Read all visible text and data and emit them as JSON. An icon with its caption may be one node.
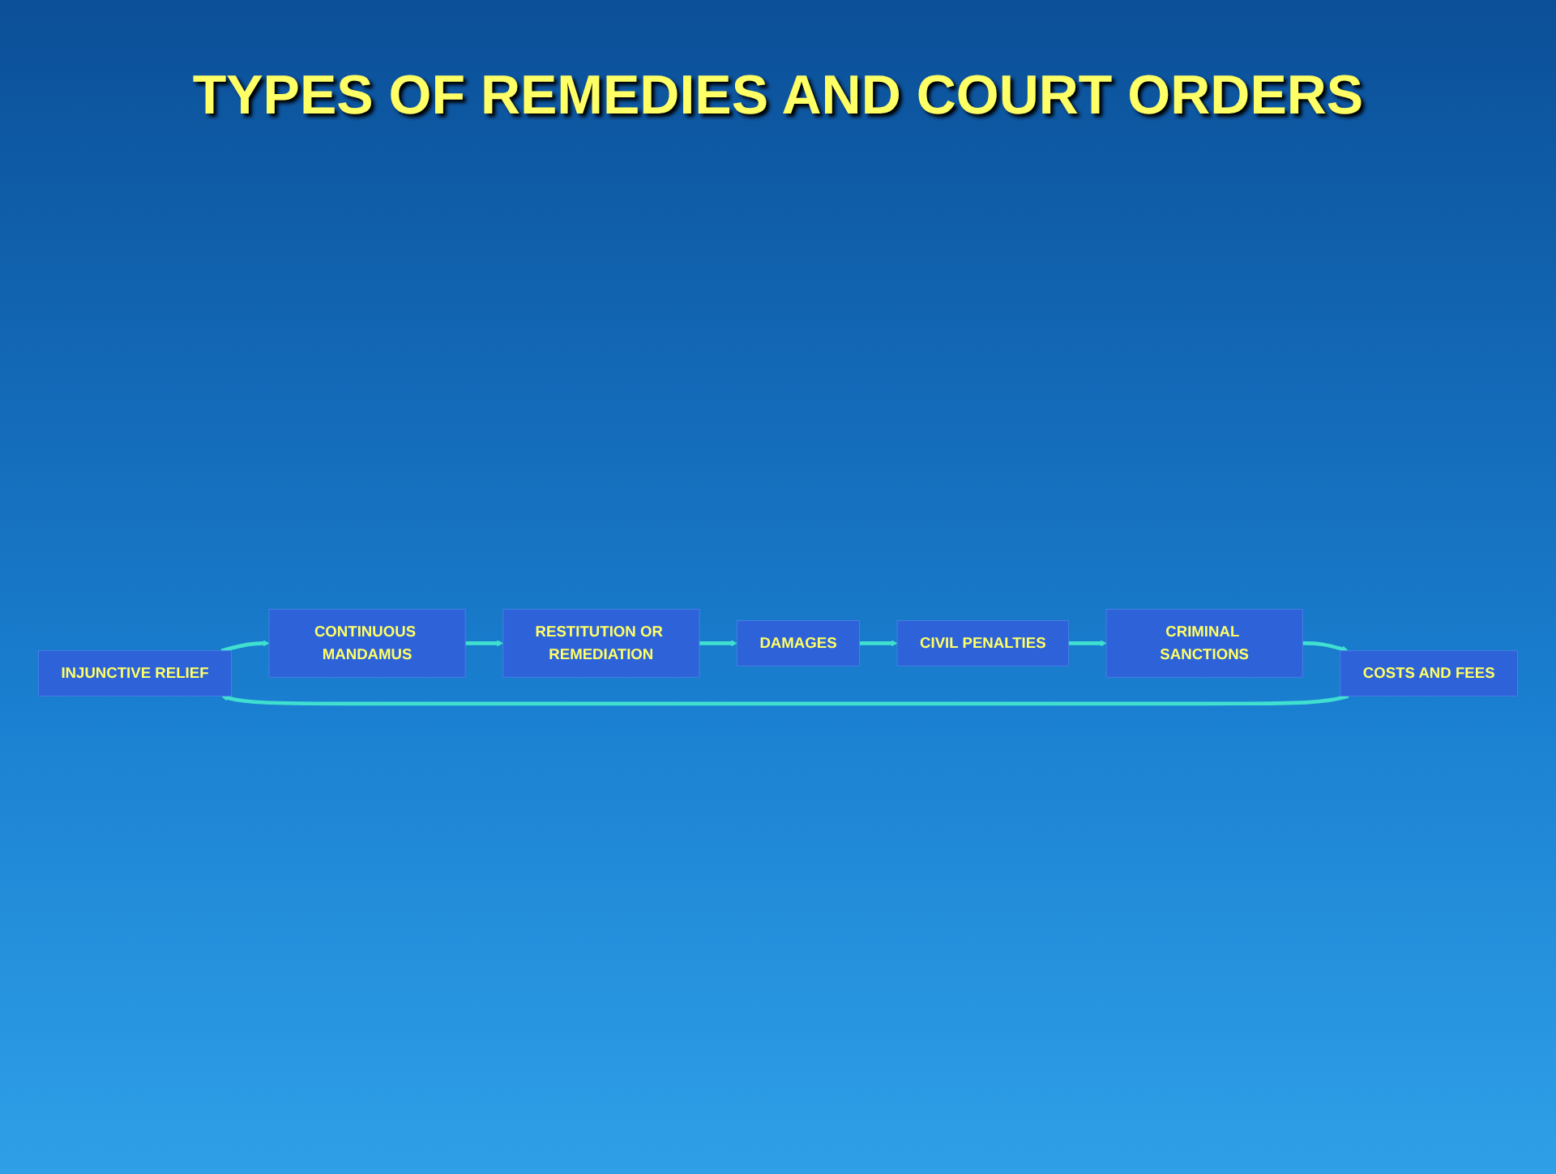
{
  "diagram": {
    "title": "TYPES OF REMEDIES AND COURT ORDERS",
    "nodes": [
      {
        "text": [
          "INJUNCTIVE RELIEF"
        ]
      },
      {
        "text": [
          "COSTS AND FEES"
        ]
      },
      {
        "text": [
          "CONTINUOUS MANDAMUS"
        ]
      },
      {
        "text": [
          "CRIMINAL SANCTIONS"
        ]
      },
      {
        "text": [
          "RESTITUTION OR REMEDIATION"
        ]
      },
      {
        "text": [
          "CIVIL PENALTIES"
        ]
      },
      {
        "text": [
          "DAMAGES"
        ]
      }
    ],
    "edges": [
      {
        "from": 1,
        "to": 0,
        "arrow": "to"
      },
      {
        "from": 0,
        "to": 2,
        "arrow": "to"
      },
      {
        "from": 2,
        "to": 4,
        "arrow": "to"
      },
      {
        "from": 4,
        "to": 6,
        "arrow": "to"
      },
      {
        "from": 6,
        "to": 5,
        "arrow": "to"
      },
      {
        "from": 5,
        "to": 3,
        "arrow": "to"
      },
      {
        "from": 3,
        "to": 1,
        "arrow": "to"
      }
    ]
  }
}
